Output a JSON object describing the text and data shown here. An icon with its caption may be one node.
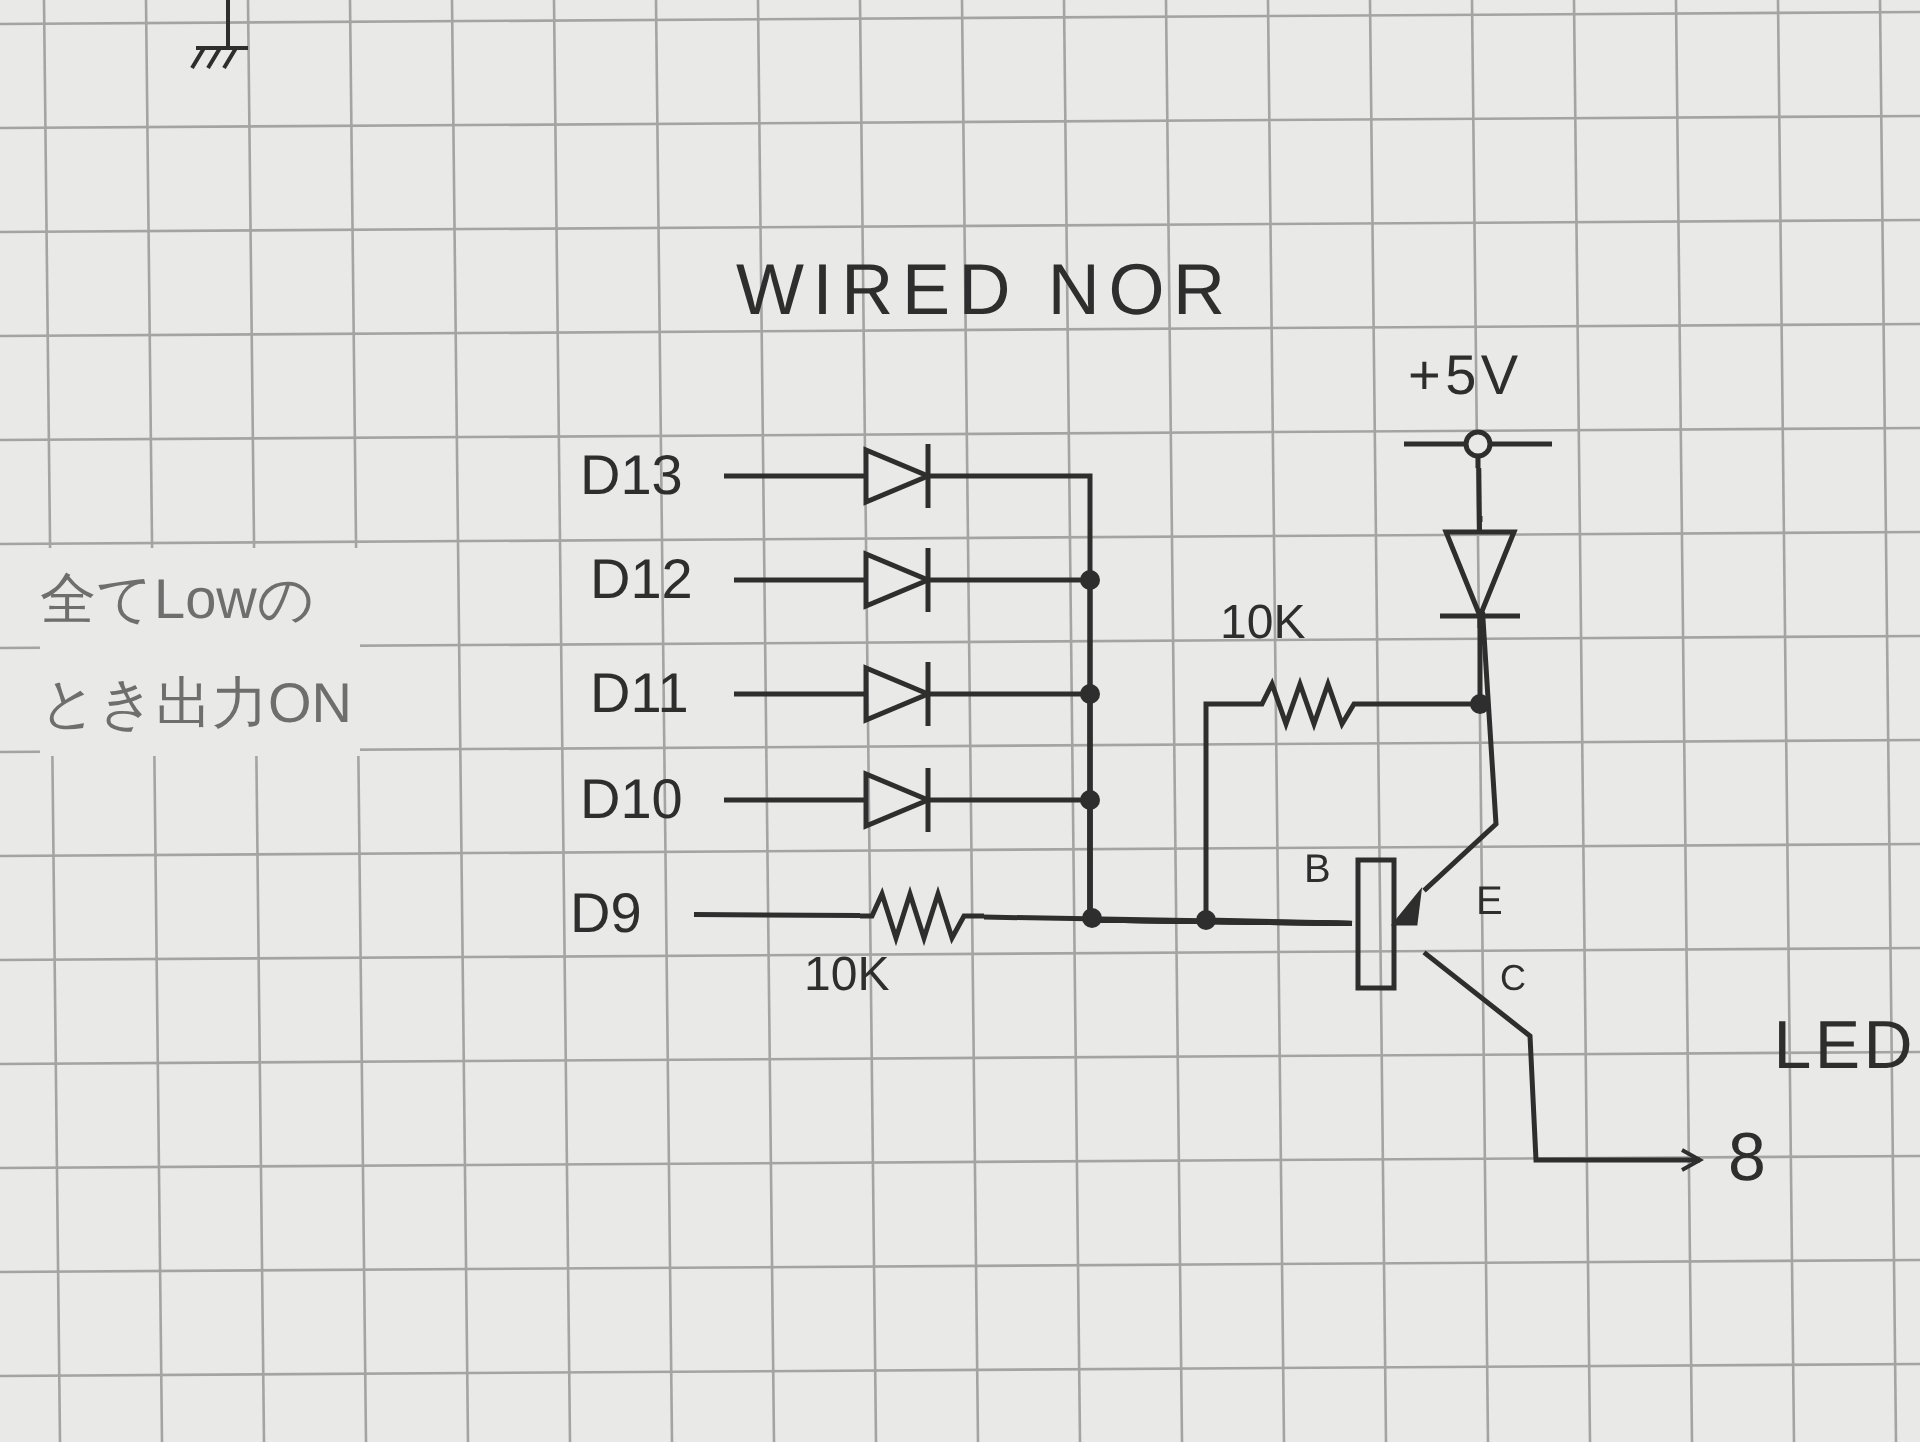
{
  "diagram": {
    "title": "WIRED NOR",
    "nodes": [
      {
        "text": [
          "D13"
        ]
      },
      {
        "text": [
          "D12"
        ]
      },
      {
        "text": [
          "D11"
        ]
      },
      {
        "text": [
          "D10"
        ]
      },
      {
        "text": [
          "D9"
        ]
      },
      {
        "text": [],
        "shape": "diode"
      },
      {
        "text": [],
        "shape": "diode"
      },
      {
        "text": [],
        "shape": "diode"
      },
      {
        "text": [],
        "shape": "diode"
      },
      {
        "text": [],
        "shape": "resistor",
        "beside": [
          "10K"
        ]
      },
      {
        "text": [],
        "shape": "resistor",
        "beside": [
          "10K"
        ]
      },
      {
        "text": [
          "+5V"
        ]
      },
      {
        "text": [],
        "shape": "diode"
      },
      {
        "text": [],
        "shape": "transistor"
      },
      {
        "text": [
          "LED",
          "8"
        ]
      }
    ],
    "edges": [
      {
        "from": 0,
        "to": 5,
        "arrow": "none"
      },
      {
        "from": 1,
        "to": 6,
        "arrow": "none"
      },
      {
        "from": 2,
        "to": 7,
        "arrow": "none"
      },
      {
        "from": 3,
        "to": 8,
        "arrow": "none"
      },
      {
        "from": 4,
        "to": 9,
        "arrow": "none"
      },
      {
        "from": 5,
        "to": 13,
        "arrow": "none"
      },
      {
        "from": 6,
        "to": 13,
        "arrow": "none"
      },
      {
        "from": 7,
        "to": 13,
        "arrow": "none"
      },
      {
        "from": 8,
        "to": 13,
        "arrow": "none"
      },
      {
        "from": 9,
        "to": 13,
        "arrow": "none"
      },
      {
        "from": 10,
        "to": 13,
        "arrow": "none"
      },
      {
        "from": 10,
        "to": 12,
        "arrow": "none"
      },
      {
        "from": 11,
        "to": 12,
        "arrow": "none"
      },
      {
        "from": 12,
        "to": 13,
        "arrow": "none"
      },
      {
        "from": 13,
        "to": 14,
        "arrow": "to"
      }
    ],
    "labels": [
      "全てLowのとき出力ON",
      "B",
      "E",
      "C"
    ]
  }
}
